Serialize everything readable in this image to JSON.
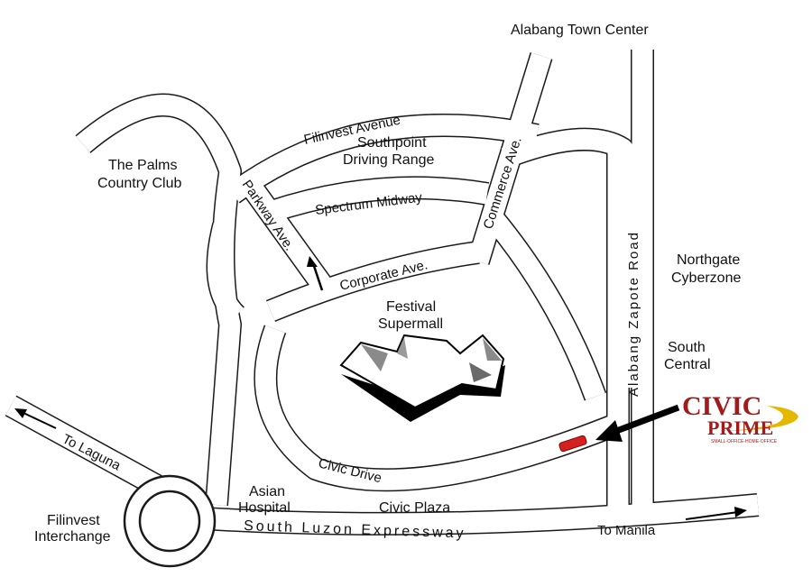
{
  "places": {
    "alabang_town_center": "Alabang Town Center",
    "palms_line1": "The Palms",
    "palms_line2": "Country Club",
    "southpoint_line1": "Southpoint",
    "southpoint_line2": "Driving Range",
    "northgate_line1": "Northgate",
    "northgate_line2": "Cyberzone",
    "festival_line1": "Festival",
    "festival_line2": "Supermall",
    "south_central_line1": "South",
    "south_central_line2": "Central",
    "asian_hospital_line1": "Asian",
    "asian_hospital_line2": "Hospital",
    "civic_plaza": "Civic Plaza",
    "filinvest_interchange_line1": "Filinvest",
    "filinvest_interchange_line2": "Interchange"
  },
  "roads": {
    "filinvest_avenue": "Filinvest Avenue",
    "spectrum_midway": "Spectrum Midway",
    "corporate_ave": "Corporate Ave.",
    "parkway_ave": "Parkway Ave.",
    "commerce_ave": "Commerce Ave.",
    "alabang_zapote_road": "Alabang Zapote Road",
    "civic_drive": "Civic Drive",
    "south_luzon_expressway": "South Luzon Expressway"
  },
  "directions": {
    "to_laguna": "To Laguna",
    "to_manila": "To Manila"
  },
  "logo": {
    "line1": "CIVIC",
    "line2": "PRIME",
    "tagline": "SMALL-OFFICE-HOME-OFFICE"
  },
  "colors": {
    "road_outline": "#1a1a1a",
    "logo_red": "#a01c1c",
    "logo_gold": "#e5b800",
    "marker_red": "#d62020"
  }
}
